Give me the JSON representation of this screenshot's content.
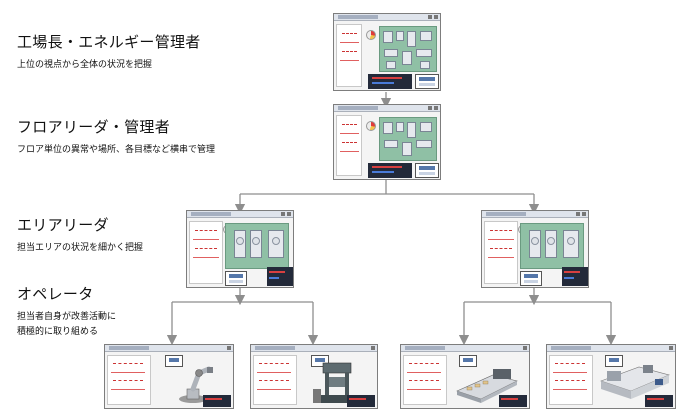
{
  "roles": [
    {
      "id": "plant-manager",
      "title": "工場長・エネルギー管理者",
      "desc": [
        "上位の視点から全体の状況を把握"
      ]
    },
    {
      "id": "floor-leader",
      "title": "フロアリーダ・管理者",
      "desc": [
        "フロア単位の異常や場所、各目標など横串で管理"
      ]
    },
    {
      "id": "area-leader",
      "title": "エリアリーダ",
      "desc": [
        "担当エリアの状況を細かく把握"
      ]
    },
    {
      "id": "operator",
      "title": "オペレータ",
      "desc": [
        "担当者自身が改善活動に",
        "積極的に取り組める"
      ]
    }
  ],
  "colors": {
    "connector": "#8e8e8e",
    "plant_floor": "#8fc0a5",
    "console": "#232a3a",
    "alert": "#e03b3b"
  },
  "equipment_icons": [
    "robot-arm-icon",
    "press-machine-icon",
    "conveyor-icon",
    "molding-machine-icon"
  ]
}
